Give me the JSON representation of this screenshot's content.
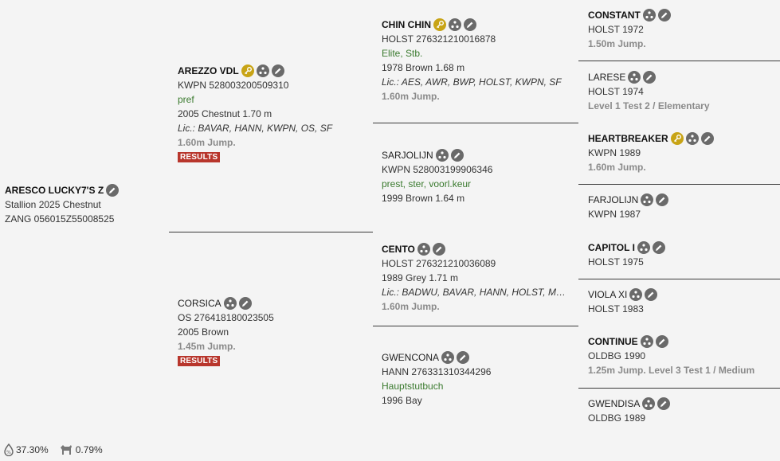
{
  "subject": {
    "name": "ARESCO LUCKY7'S Z",
    "lines": [
      "Stallion 2025 Chestnut",
      "ZANG 056015Z55008525"
    ]
  },
  "sire": {
    "name": "AREZZO VDL",
    "reg": "KWPN 528003200509310",
    "pred": "pref",
    "info": "2005 Chestnut 1.70 m",
    "lic": "Lic.: BAVAR, HANN, KWPN, OS, SF",
    "sport": "1.60m Jump.",
    "results_label": "RESULTS"
  },
  "dam": {
    "name": "CORSICA",
    "reg": "OS 276418180023505",
    "info": "2005 Brown",
    "sport": "1.45m Jump.",
    "results_label": "RESULTS"
  },
  "gen3": [
    {
      "name": "CHIN CHIN",
      "reg": "HOLST 276321210016878",
      "pred": "Elite, Stb.",
      "info": "1978 Brown 1.68 m",
      "lic": "Lic.: AES, AWR, BWP, HOLST, KWPN, SF",
      "sport": "1.60m Jump."
    },
    {
      "name": "SARJOLIJN",
      "reg": "KWPN 528003199906346",
      "pred": "prest, ster, voorl.keur",
      "info": "1999 Brown 1.64 m"
    },
    {
      "name": "CENTO",
      "reg": "HOLST 276321210036089",
      "info": "1989 Grey 1.71 m",
      "lic": "Lic.: BADWU, BAVAR, HANN, HOLST, MIPAA...",
      "sport": "1.60m Jump."
    },
    {
      "name": "GWENCONA",
      "reg": "HANN 276331310344296",
      "pred": "Hauptstutbuch",
      "info": "1996 Bay"
    }
  ],
  "gen4": [
    {
      "name": "CONSTANT",
      "reg": "HOLST 1972",
      "sport": "1.50m Jump."
    },
    {
      "name": "LARESE",
      "reg": "HOLST 1974",
      "sport": "Level 1 Test 2 / Elementary"
    },
    {
      "name": "HEARTBREAKER",
      "reg": "KWPN 1989",
      "sport": "1.60m Jump."
    },
    {
      "name": "FARJOLIJN",
      "reg": "KWPN 1987"
    },
    {
      "name": "CAPITOL I",
      "reg": "HOLST 1975"
    },
    {
      "name": "VIOLA XI",
      "reg": "HOLST 1983"
    },
    {
      "name": "CONTINUE",
      "reg": "OLDBG 1990",
      "sport": "1.25m Jump. Level 3 Test 1 / Medium"
    },
    {
      "name": "GWENDISA",
      "reg": "OLDBG 1989"
    }
  ],
  "footer": {
    "inbreeding_pct": "37.30%",
    "relation_pct": "0.79%"
  },
  "colors": {
    "background": "#f4f4f4",
    "results": "#b8362c",
    "green_text": "#3a7a2e",
    "icon_gray": "#6a6a6a",
    "icon_gold": "#c8a416"
  },
  "icons": {
    "sire_icon": "key-icon",
    "tree_icon": "pedigree-tree-icon",
    "edit_icon": "pencil-icon"
  }
}
